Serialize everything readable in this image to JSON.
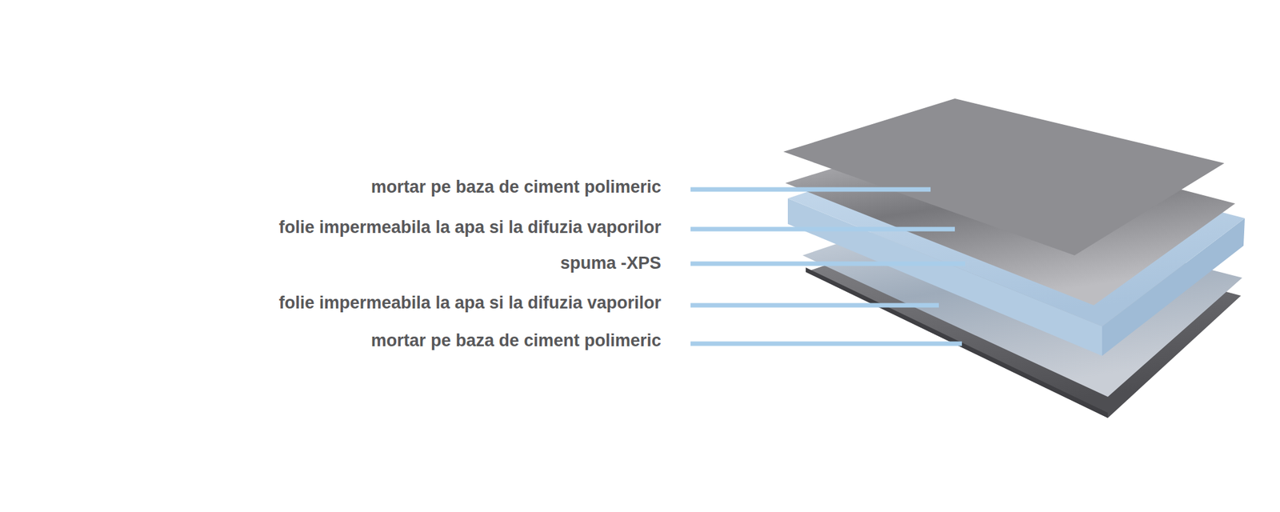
{
  "diagram": {
    "labels": [
      "mortar pe baza de ciment polimeric",
      "folie impermeabila la apa si la difuzia vaporilor",
      "spuma -XPS",
      "folie impermeabila la apa si la difuzia vaporilor",
      "mortar pe baza de ciment polimeric"
    ]
  }
}
